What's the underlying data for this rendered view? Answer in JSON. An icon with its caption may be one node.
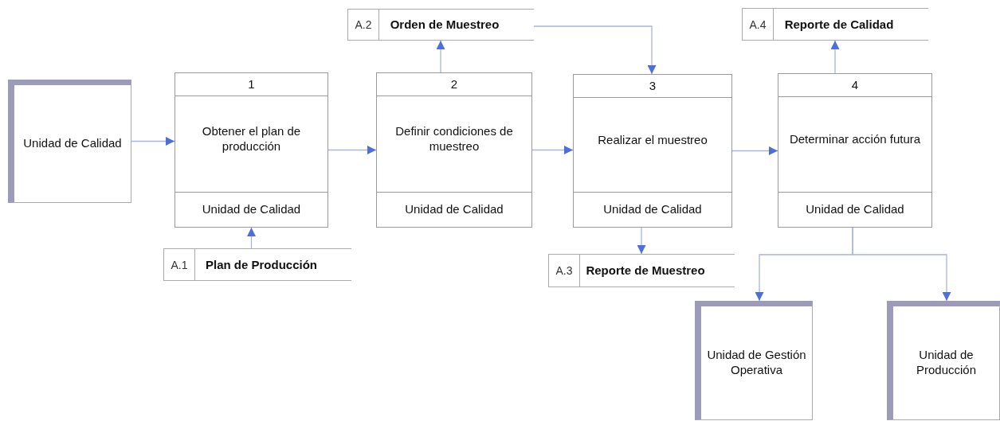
{
  "diagram": {
    "nodes": [
      {
        "text": [
          "Unidad de Calidad"
        ]
      },
      {
        "text": [
          "1",
          "Obtener el plan de producción",
          "Unidad de Calidad"
        ]
      },
      {
        "text": [
          "2",
          "Definir condiciones de muestreo",
          "Unidad de Calidad"
        ]
      },
      {
        "text": [
          "3",
          "Realizar el muestreo",
          "Unidad de Calidad"
        ]
      },
      {
        "text": [
          "4",
          "Determinar acción futura",
          "Unidad de Calidad"
        ]
      },
      {
        "text": [
          "A.2",
          "Orden de Muestreo"
        ]
      },
      {
        "text": [
          "A.1",
          "Plan de Producción"
        ]
      },
      {
        "text": [
          "A.3",
          "Reporte de Muestreo"
        ]
      },
      {
        "text": [
          "A.4",
          "Reporte de Calidad"
        ]
      },
      {
        "text": [
          "Unidad de Gestión Operativa"
        ]
      },
      {
        "text": [
          "Unidad de Producción"
        ]
      }
    ],
    "edges": [
      {
        "from": 0,
        "to": 1,
        "arrow": "to"
      },
      {
        "from": 1,
        "to": 2,
        "arrow": "to"
      },
      {
        "from": 2,
        "to": 3,
        "arrow": "to"
      },
      {
        "from": 3,
        "to": 4,
        "arrow": "to"
      },
      {
        "from": 6,
        "to": 1,
        "arrow": "to"
      },
      {
        "from": 2,
        "to": 5,
        "arrow": "to"
      },
      {
        "from": 5,
        "to": 3,
        "arrow": "to"
      },
      {
        "from": 3,
        "to": 7,
        "arrow": "to"
      },
      {
        "from": 4,
        "to": 8,
        "arrow": "to"
      },
      {
        "from": 4,
        "to": 9,
        "arrow": "to"
      },
      {
        "from": 4,
        "to": 10,
        "arrow": "to"
      }
    ]
  }
}
